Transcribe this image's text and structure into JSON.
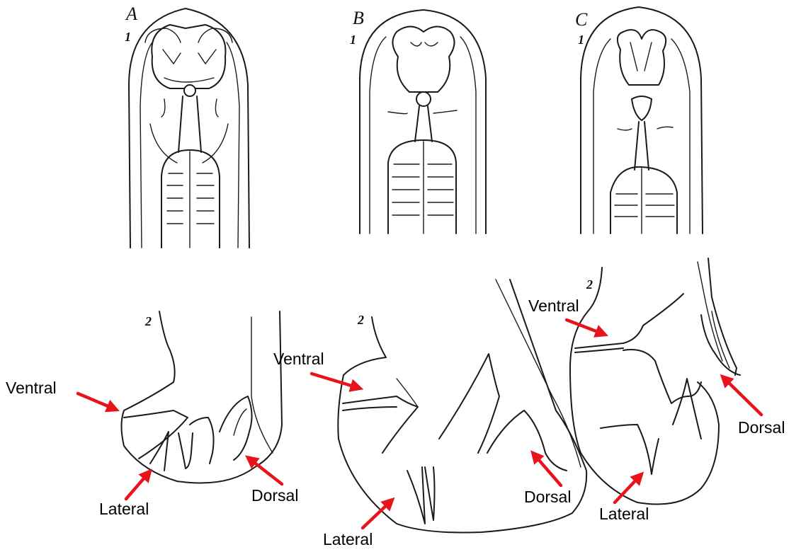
{
  "panels": {
    "a": {
      "letter": "A",
      "number": "1"
    },
    "b": {
      "letter": "B",
      "number": "1"
    },
    "c": {
      "letter": "C",
      "number": "1"
    }
  },
  "lower_panels": {
    "left": {
      "number": "2"
    },
    "middle": {
      "number": "2"
    },
    "right": {
      "number": "2"
    }
  },
  "labels": {
    "left_ventral": "Ventral",
    "left_lateral": "Lateral",
    "left_dorsal": "Dorsal",
    "middle_ventral": "Ventral",
    "middle_lateral": "Lateral",
    "middle_dorsal": "Dorsal",
    "right_ventral": "Ventral",
    "right_lateral": "Lateral",
    "right_dorsal": "Dorsal"
  },
  "colors": {
    "arrow": "#e8141b",
    "ink": "#1a1a1a",
    "background": "#ffffff"
  }
}
